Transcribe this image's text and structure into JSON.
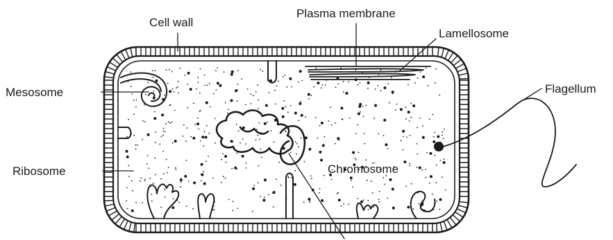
{
  "labels": {
    "cell_wall": "Cell wall",
    "plasma_membrane": "Plasma membrane",
    "lamellosome": "Lamellosome",
    "mesosome": "Mesosome",
    "flagellum": "Flagellum",
    "ribosome": "Ribosome",
    "chromosome": "Chromosome"
  },
  "colors": {
    "ink": "#1a1a1a",
    "background": "#ffffff"
  }
}
